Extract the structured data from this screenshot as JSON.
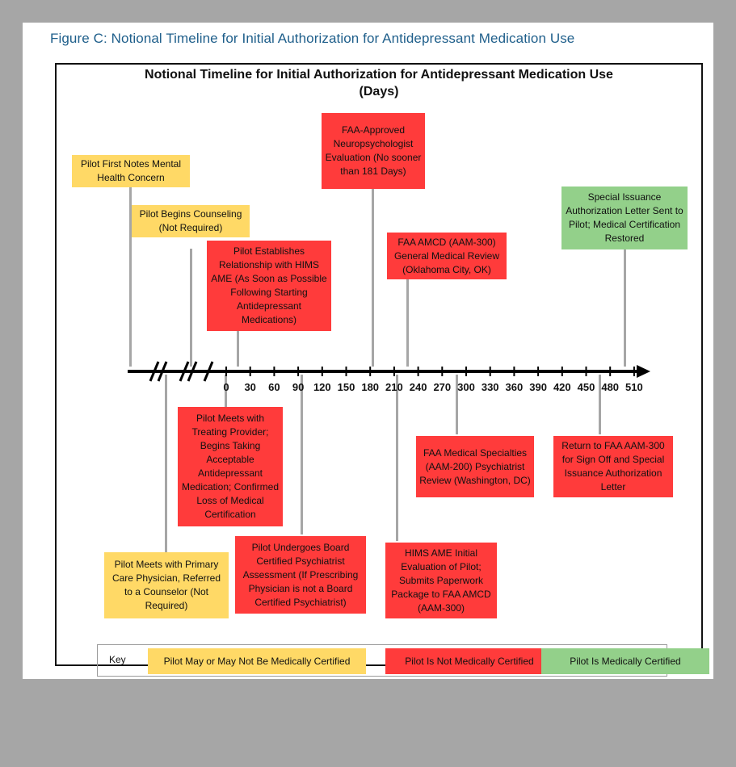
{
  "caption": "Figure C: Notional Timeline for Initial Authorization for Antidepressant Medication Use",
  "title_line1": "Notional Timeline for Initial Authorization for Antidepressant Medication Use",
  "title_line2": "(Days)",
  "axis": {
    "ticks": [
      "0",
      "30",
      "60",
      "90",
      "120",
      "150",
      "180",
      "210",
      "240",
      "270",
      "300",
      "330",
      "360",
      "390",
      "420",
      "450",
      "480",
      "510"
    ]
  },
  "events": {
    "first_notes": "Pilot First Notes Mental Health Concern",
    "begins_counseling": "Pilot Begins Counseling (Not Required)",
    "establishes_hims": "Pilot Establishes Relationship with HIMS AME (As Soon as Possible Following Starting Antidepressant Medications)",
    "neuropsych": "FAA-Approved Neuropsychologist Evaluation (No sooner than 181 Days)",
    "amcd_review": "FAA AMCD (AAM-300) General Medical Review (Oklahoma City, OK)",
    "si_letter": "Special Issuance Authorization Letter Sent to Pilot; Medical Certification Restored",
    "pcp": "Pilot Meets with Primary Care Physician, Referred to a Counselor (Not Required)",
    "treating_provider": "Pilot Meets with Treating Provider; Begins Taking Acceptable Antidepressant Medication; Confirmed Loss of Medical Certification",
    "psychiatrist_assessment": "Pilot Undergoes Board Certified Psychiatrist Assessment (If Prescribing Physician is not a Board Certified Psychiatrist)",
    "hims_initial": "HIMS AME Initial Evaluation of Pilot; Submits Paperwork Package to FAA AMCD (AAM-300)",
    "aam200": "FAA Medical Specialties (AAM-200) Psychiatrist Review (Washington, DC)",
    "return_aam300": "Return to FAA AAM-300 for Sign Off and Special Issuance Authorization Letter"
  },
  "key": {
    "label": "Key",
    "yellow": "Pilot May or May Not Be Medically Certified",
    "red": "Pilot Is Not Medically Certified",
    "green": "Pilot Is Medically Certified"
  },
  "colors": {
    "yellow": "#ffd966",
    "red": "#ff3b3b",
    "green": "#93d08a",
    "stem": "#a6a6a6",
    "caption": "#1f5f8b"
  }
}
